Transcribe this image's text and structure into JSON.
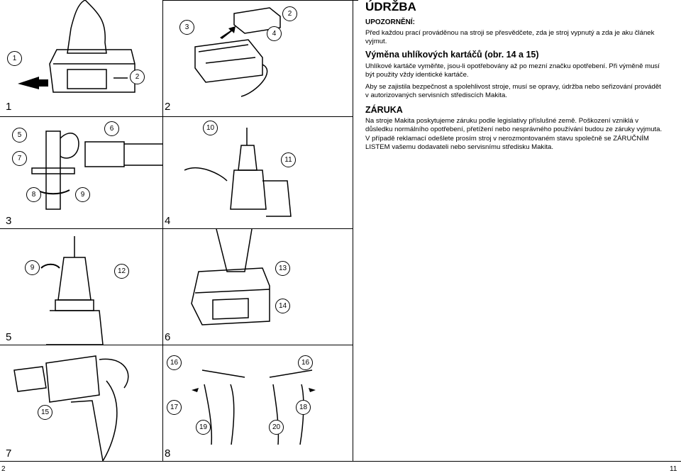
{
  "figures": [
    {
      "no": "1",
      "callouts": [
        "1",
        "2"
      ]
    },
    {
      "no": "2",
      "callouts": [
        "3",
        "4",
        "2"
      ]
    },
    {
      "no": "3",
      "callouts": [
        "5",
        "6",
        "7",
        "8",
        "9"
      ]
    },
    {
      "no": "4",
      "callouts": [
        "10",
        "11"
      ]
    },
    {
      "no": "5",
      "callouts": [
        "9",
        "12"
      ]
    },
    {
      "no": "6",
      "callouts": [
        "13",
        "14"
      ]
    },
    {
      "no": "7",
      "callouts": [
        "15"
      ]
    },
    {
      "no": "8",
      "callouts": [
        "16",
        "16",
        "17",
        "18",
        "19",
        "20"
      ]
    }
  ],
  "text": {
    "title": "ÚDRŽBA",
    "caution_heading": "UPOZORNĚNÍ:",
    "caution_body": "Před každou prací prováděnou na stroji se přesvědčete, zda je stroj vypnutý a zda je aku článek vyjmut.",
    "brushes_heading": "Výměna uhlíkových kartáčů (obr. 14 a 15)",
    "brushes_p1": "Uhlíkové kartáče vyměňte, jsou-li opotřebovány až po mezní značku opotřebení. Při výměně musí být použity vždy identické kartáče.",
    "brushes_p2": "Aby se zajistila bezpečnost a spolehlivost stroje, musí se opravy, údržba nebo seřizování provádět v autorizovaných servisních střediscích Makita.",
    "warranty_heading": "ZÁRUKA",
    "warranty_body": "Na stroje Makita poskytujeme záruku podle legislativy příslušné země. Poškození vzniklá v důsledku normálního opotřebení, přetížení nebo nesprávného používání budou ze záruky vyjmuta. V případě reklamací odešlete prosím stroj v nerozmontovaném stavu společně se ZÁRUČNÍM LISTEM vašemu dodavateli nebo servisnímu středisku Makita."
  },
  "page_numbers": {
    "left": "2",
    "right": "11"
  }
}
